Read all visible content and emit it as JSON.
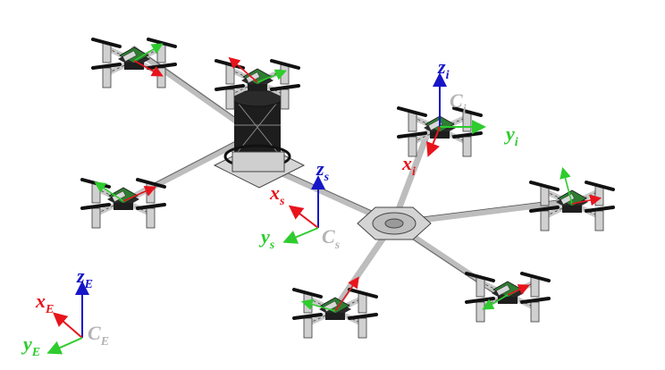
{
  "colors": {
    "x_axis": "#e8141c",
    "y_axis": "#2ecc2e",
    "z_axis": "#1616c8",
    "origin": "#b4b4b4",
    "frame": "#c8c8c8",
    "frame_edge": "#3a3a3a",
    "propeller": "#111111",
    "board": "#2e7d32"
  },
  "frames": {
    "earth": {
      "x": "x",
      "x_sub": "E",
      "y": "y",
      "y_sub": "E",
      "z": "z",
      "z_sub": "E",
      "origin": "C",
      "origin_sub": "E"
    },
    "structure": {
      "x": "x",
      "x_sub": "s",
      "y": "y",
      "y_sub": "s",
      "z": "z",
      "z_sub": "s",
      "origin": "C",
      "origin_sub": "s"
    },
    "drone_i": {
      "x": "x",
      "x_sub": "i",
      "y": "y",
      "y_sub": "i",
      "z": "z",
      "z_sub": "i",
      "origin": "C",
      "origin_sub": "i"
    }
  },
  "drones": [
    {
      "name": "drone-top-left",
      "icon": "quadrotor-icon"
    },
    {
      "name": "drone-top-center",
      "icon": "quadrotor-icon"
    },
    {
      "name": "drone-mid-left",
      "icon": "quadrotor-icon"
    },
    {
      "name": "drone-i",
      "icon": "quadrotor-icon"
    },
    {
      "name": "drone-right",
      "icon": "quadrotor-icon"
    },
    {
      "name": "drone-bottom-center",
      "icon": "quadrotor-icon"
    },
    {
      "name": "drone-bottom-right",
      "icon": "quadrotor-icon"
    }
  ]
}
